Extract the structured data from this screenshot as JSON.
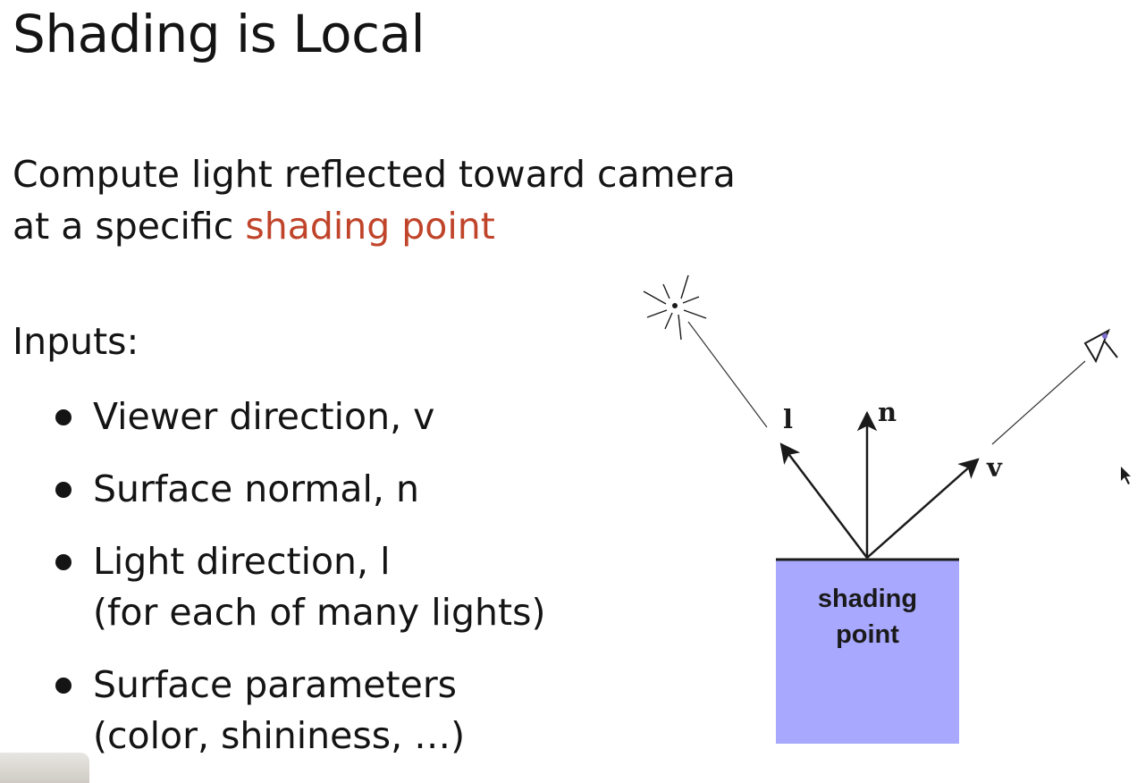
{
  "slide": {
    "title": "Shading is Local",
    "intro_line1": "Compute light reflected toward camera",
    "intro_line2_prefix": "at a specific ",
    "intro_line2_accent": "shading point",
    "inputs_label": "Inputs:",
    "bullets": [
      {
        "line1": "Viewer direction, v"
      },
      {
        "line1": "Surface normal, n"
      },
      {
        "line1": "Light direction, l",
        "line2": "(for each of many lights)"
      },
      {
        "line1": "Surface parameters",
        "line2": "(color, shininess, …)"
      }
    ]
  },
  "diagram": {
    "box_label_line1": "shading",
    "box_label_line2": "point",
    "label_l": "l",
    "label_n": "n",
    "label_v": "v",
    "light_icon": "light-source-icon",
    "camera_icon": "camera-icon",
    "box_color": "#a8a8ff",
    "accent_color": "#c0442a"
  }
}
